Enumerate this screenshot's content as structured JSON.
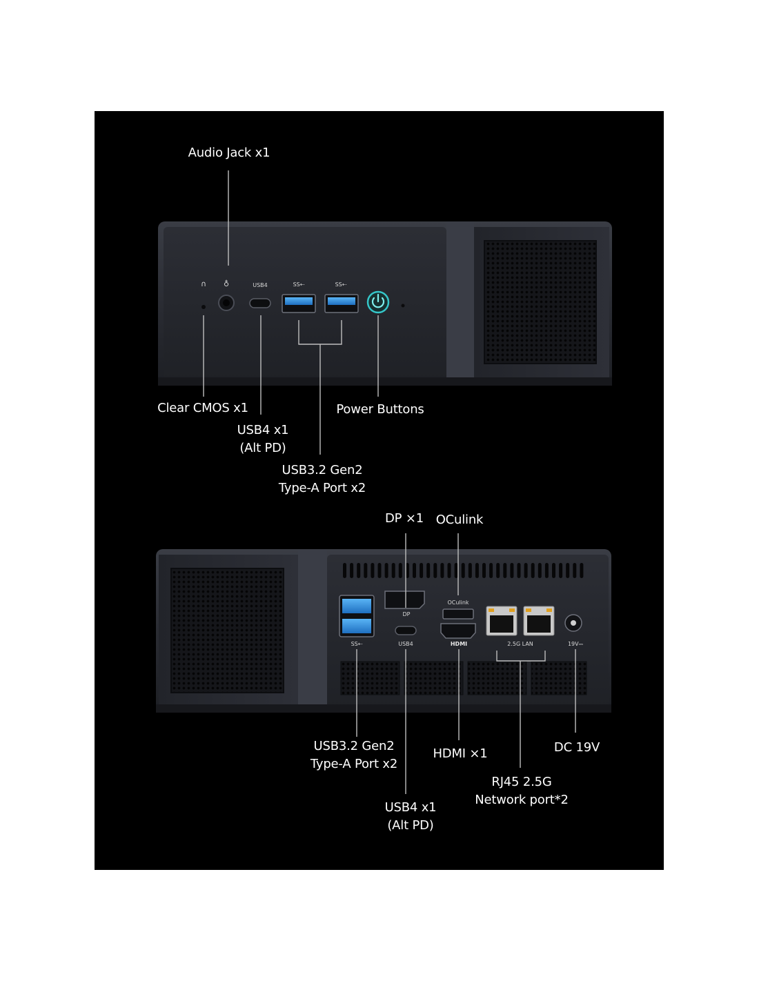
{
  "colors": {
    "background": "#000000",
    "page": "#ffffff",
    "device_body": "#2a2c33",
    "device_face": "#23252b",
    "usb3_blue": "#2f8fe0",
    "power_ring": "#35c6c9",
    "lan_led": "#e0a020",
    "label_text": "#ffffff"
  },
  "front_panel": {
    "port_labels": {
      "usb4": "USB4",
      "usb3_a": "SS⇠",
      "usb3_b": "SS⇠"
    },
    "callouts": {
      "audio_jack": "Audio Jack x1",
      "clear_cmos": "Clear CMOS x1",
      "power_buttons": "Power Buttons",
      "usb4_line1": "USB4 x1",
      "usb4_line2": "(Alt PD)",
      "usb32_line1": "USB3.2 Gen2",
      "usb32_line2": "Type-A Port x2"
    }
  },
  "rear_panel": {
    "port_labels": {
      "dp": "DP",
      "oculink": "OCulink",
      "usb3": "SS⇠",
      "usb4": "USB4",
      "hdmi": "HDMI",
      "lan": "2.5G LAN",
      "dc": "19V⎓"
    },
    "callouts": {
      "dp": "DP ×1",
      "oculink": "OCulink",
      "usb32_line1": "USB3.2 Gen2",
      "usb32_line2": "Type-A Port x2",
      "hdmi": "HDMI ×1",
      "dc": "DC 19V",
      "rj45_line1": "RJ45 2.5G",
      "rj45_line2": "Network port*2",
      "usb4_line1": "USB4 x1",
      "usb4_line2": "(Alt PD)"
    }
  }
}
